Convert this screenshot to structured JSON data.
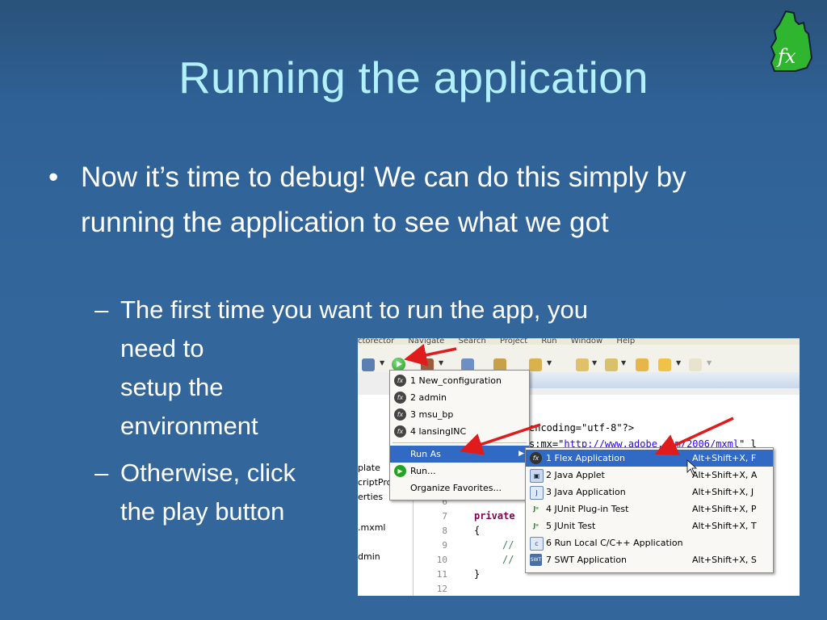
{
  "slide": {
    "title": "Running the application",
    "bullet_1": "Now it’s time to debug! We can do this simply by running the application to see what we got",
    "sub_1_dash": "–",
    "sub_1_line1": "The first time you want to run the app, you",
    "sub_1_line2": "need to",
    "sub_1_line3": "setup the",
    "sub_1_line4": "environment",
    "sub_2_dash": "–",
    "sub_2_line1": "Otherwise, click",
    "sub_2_line2": "the play button",
    "bullet_symbol": "•"
  },
  "ide": {
    "menubar": [
      "ctorector",
      "Navigate",
      "Search",
      "Project",
      "Run",
      "Window",
      "Help"
    ],
    "run_menu": {
      "recent": [
        "1 New_configuration",
        "2 admin",
        "3 msu_bp",
        "4 lansingINC"
      ],
      "run_as": "Run As",
      "run_dialog": "Run...",
      "organize": "Organize Favorites..."
    },
    "run_as_menu": [
      {
        "label": "1 Flex Application",
        "shortcut": "Alt+Shift+X, F",
        "icon": "flex-icon"
      },
      {
        "label": "2 Java Applet",
        "shortcut": "Alt+Shift+X, A",
        "icon": "applet-icon"
      },
      {
        "label": "3 Java Application",
        "shortcut": "Alt+Shift+X, J",
        "icon": "java-app-icon"
      },
      {
        "label": "4 JUnit Plug-in Test",
        "shortcut": "Alt+Shift+X, P",
        "icon": "junit-plugin-icon"
      },
      {
        "label": "5 JUnit Test",
        "shortcut": "Alt+Shift+X, T",
        "icon": "junit-icon"
      },
      {
        "label": "6 Run Local C/C++ Application",
        "shortcut": "",
        "icon": "cpp-icon"
      },
      {
        "label": "7 SWT Application",
        "shortcut": "Alt+Shift+X, S",
        "icon": "swt-icon"
      }
    ],
    "left_tree": [
      "plate",
      "criptProp",
      "erties",
      ".mxml",
      "dmin"
    ],
    "code": {
      "line_xml": "encoding=\"utf-8\"?>",
      "line_ns_prefix": "s:mx=\"",
      "line_ns_url": "http://www.adobe.com/2006/mxml",
      "line_ns_suffix": "\" l",
      "private_kw": "private",
      "brace_open": "{",
      "comment_9": "// ",
      "comment_10": "// ",
      "brace_close": "}"
    },
    "line_numbers": [
      "6",
      "7",
      "8",
      "9",
      "10",
      "11",
      "12"
    ]
  },
  "colors": {
    "title": "#b3f0ff",
    "background": "#33679c",
    "highlight": "#316ac5",
    "arrow": "#e01b1b",
    "logo_green": "#2fb52f"
  }
}
